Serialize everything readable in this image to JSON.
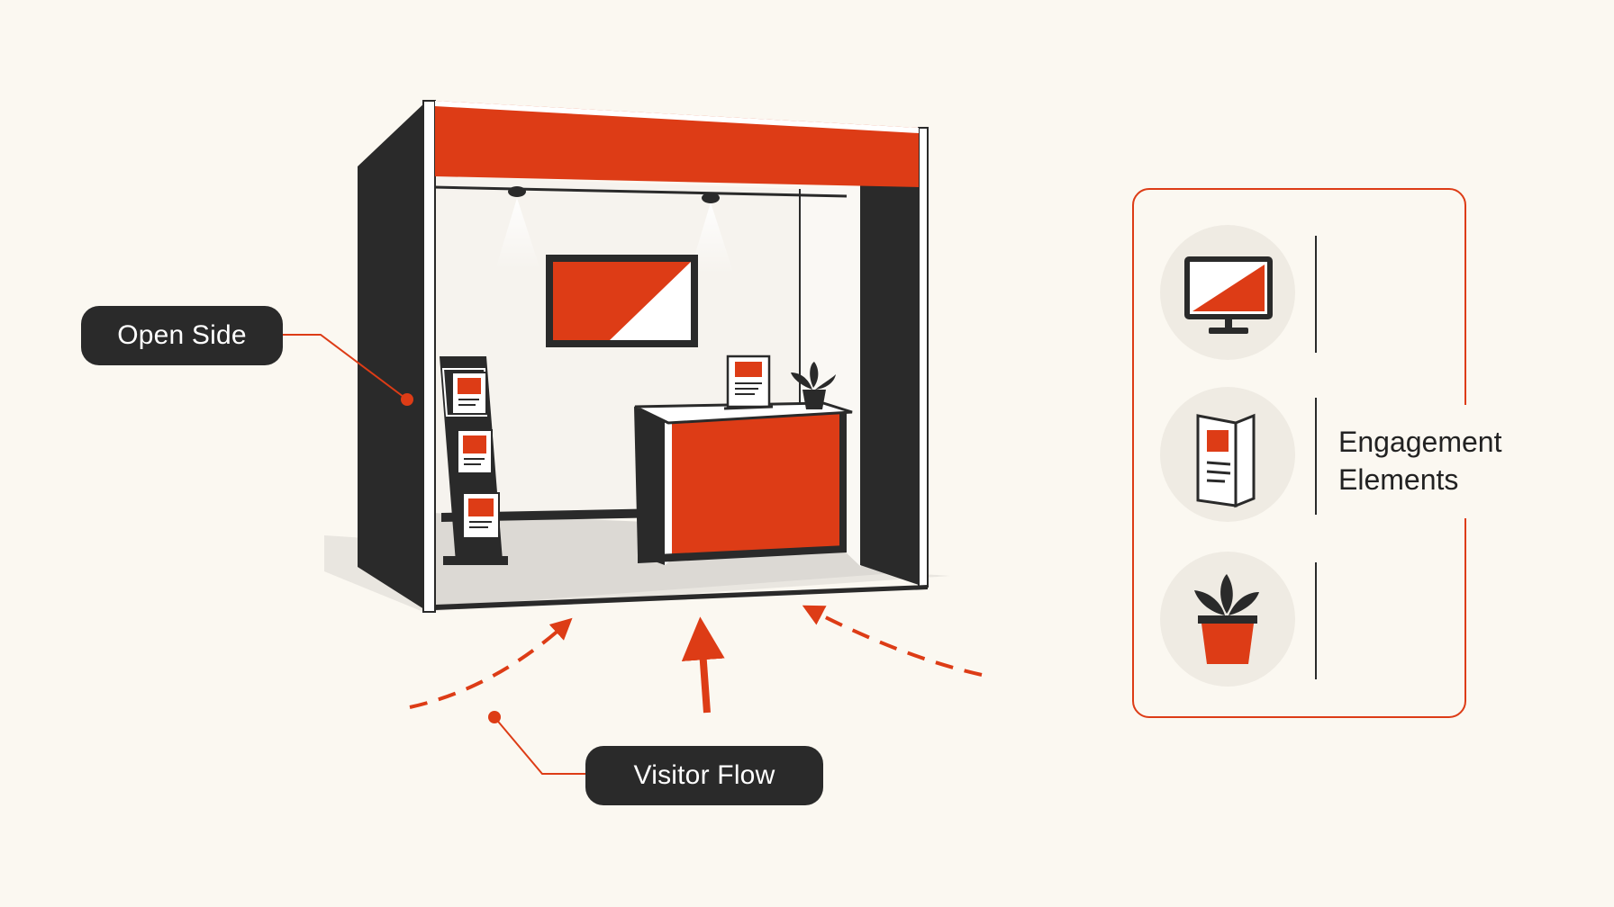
{
  "labels": {
    "open_side": "Open Side",
    "visitor_flow": "Visitor Flow",
    "engagement_line1": "Engagement",
    "engagement_line2": "Elements"
  },
  "engagement_panel": {
    "items": [
      {
        "icon": "monitor-icon"
      },
      {
        "icon": "brochure-icon"
      },
      {
        "icon": "plant-icon"
      }
    ]
  },
  "colors": {
    "accent": "#dd3c16",
    "dark": "#2a2a2a",
    "background": "#fbf8f1",
    "wall": "#f6f3ee",
    "floor": "#dcd9d4",
    "icon_circle": "#efebe3"
  }
}
